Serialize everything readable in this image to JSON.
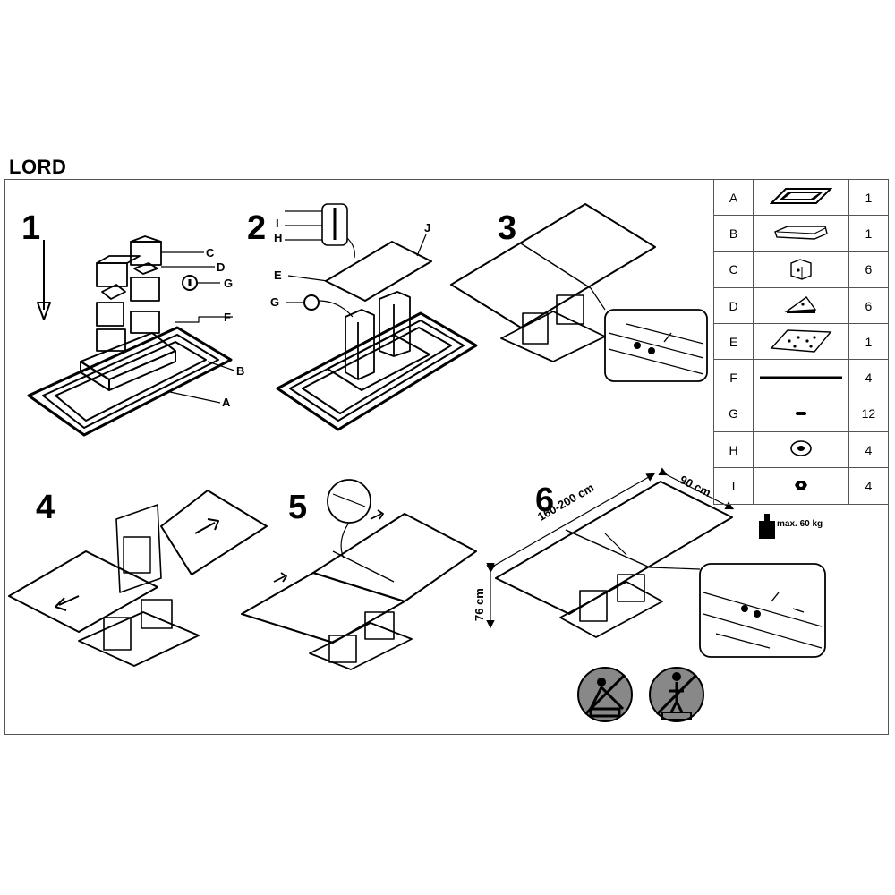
{
  "document": {
    "title": "LORD"
  },
  "steps": [
    "1",
    "2",
    "3",
    "4",
    "5",
    "6"
  ],
  "step1_labels": [
    "C",
    "D",
    "G",
    "F",
    "B",
    "A"
  ],
  "step2_labels": [
    "I",
    "H",
    "J",
    "E",
    "G"
  ],
  "parts": [
    {
      "letter": "A",
      "icon": "frame-icon",
      "qty": "1"
    },
    {
      "letter": "B",
      "icon": "base-plate-icon",
      "qty": "1"
    },
    {
      "letter": "C",
      "icon": "block-icon",
      "qty": "6"
    },
    {
      "letter": "D",
      "icon": "bracket-icon",
      "qty": "6"
    },
    {
      "letter": "E",
      "icon": "mount-plate-icon",
      "qty": "1"
    },
    {
      "letter": "F",
      "icon": "rod-icon",
      "qty": "4"
    },
    {
      "letter": "G",
      "icon": "dowel-icon",
      "qty": "12"
    },
    {
      "letter": "H",
      "icon": "washer-icon",
      "qty": "4"
    },
    {
      "letter": "I",
      "icon": "nut-icon",
      "qty": "4"
    }
  ],
  "dimensions": {
    "length": "160-200 cm",
    "width": "90 cm",
    "height": "76 cm",
    "max_load": "max. 60 kg"
  },
  "warnings": [
    "no-sitting-icon",
    "no-standing-icon"
  ]
}
